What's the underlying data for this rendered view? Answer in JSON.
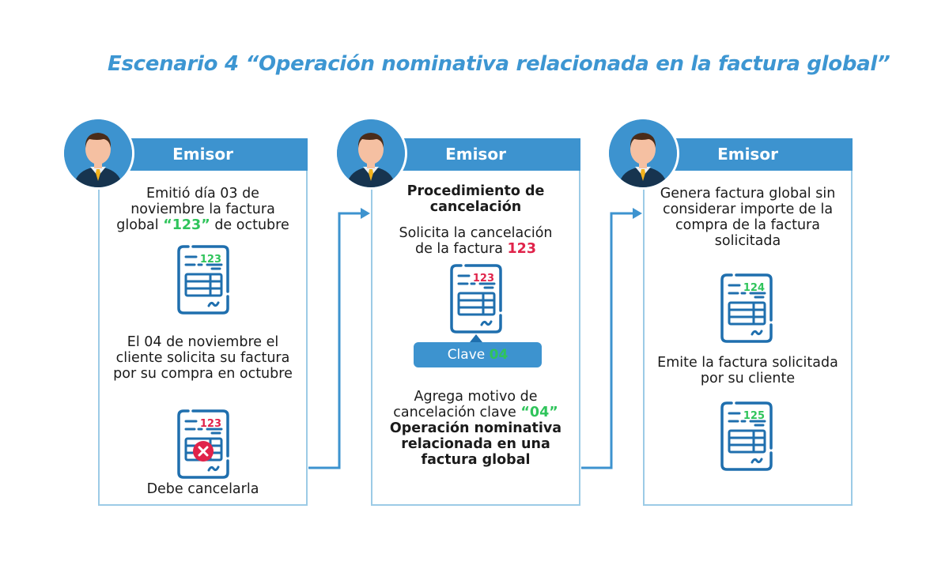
{
  "title": "Escenario 4 “Operación nominativa relacionada en la factura global”",
  "colors": {
    "accent_blue": "#3d93cf",
    "panel_border": "#9ccbe6",
    "green": "#2fc45b",
    "red": "#e0234a",
    "doc_stroke": "#1f6fae"
  },
  "panels": [
    {
      "header": "Emisor",
      "avatar_icon": "businessman-avatar-icon",
      "step1": {
        "pre": "Emitió día 03 de noviembre la factura global ",
        "highlight": "“123”",
        "post": " de octubre"
      },
      "doc1": {
        "icon": "invoice-document-icon",
        "number": "123",
        "number_color": "green"
      },
      "step2": "El 04 de noviembre el cliente solicita su factura por su compra en octubre",
      "doc2": {
        "icon": "invoice-document-icon",
        "number": "123",
        "number_color": "red",
        "overlay_icon": "cancel-x-icon"
      },
      "step3": "Debe cancelarla"
    },
    {
      "header": "Emisor",
      "avatar_icon": "businessman-avatar-icon",
      "heading": "Procedimiento de cancelación",
      "step1": {
        "pre": "Solicita la cancelación de la factura ",
        "highlight": "123"
      },
      "doc1": {
        "icon": "invoice-document-icon",
        "number": "123",
        "number_color": "red"
      },
      "clave": {
        "label": "Clave ",
        "value": "04"
      },
      "step2": {
        "pre": "Agrega motivo de cancelación clave ",
        "highlight": "“04”",
        "bold": "Operación nominativa relacionada en una factura global"
      }
    },
    {
      "header": "Emisor",
      "avatar_icon": "businessman-avatar-icon",
      "step1": "Genera factura global sin considerar importe de la compra de la factura solicitada",
      "doc1": {
        "icon": "invoice-document-icon",
        "number": "124",
        "number_color": "green"
      },
      "step2": "Emite la factura solicitada por su cliente",
      "doc2": {
        "icon": "invoice-document-icon",
        "number": "125",
        "number_color": "green"
      }
    }
  ],
  "connectors": [
    {
      "from": "panel-1",
      "to": "panel-2",
      "icon": "arrow-right-icon"
    },
    {
      "from": "panel-2",
      "to": "panel-3",
      "icon": "arrow-right-icon"
    }
  ]
}
